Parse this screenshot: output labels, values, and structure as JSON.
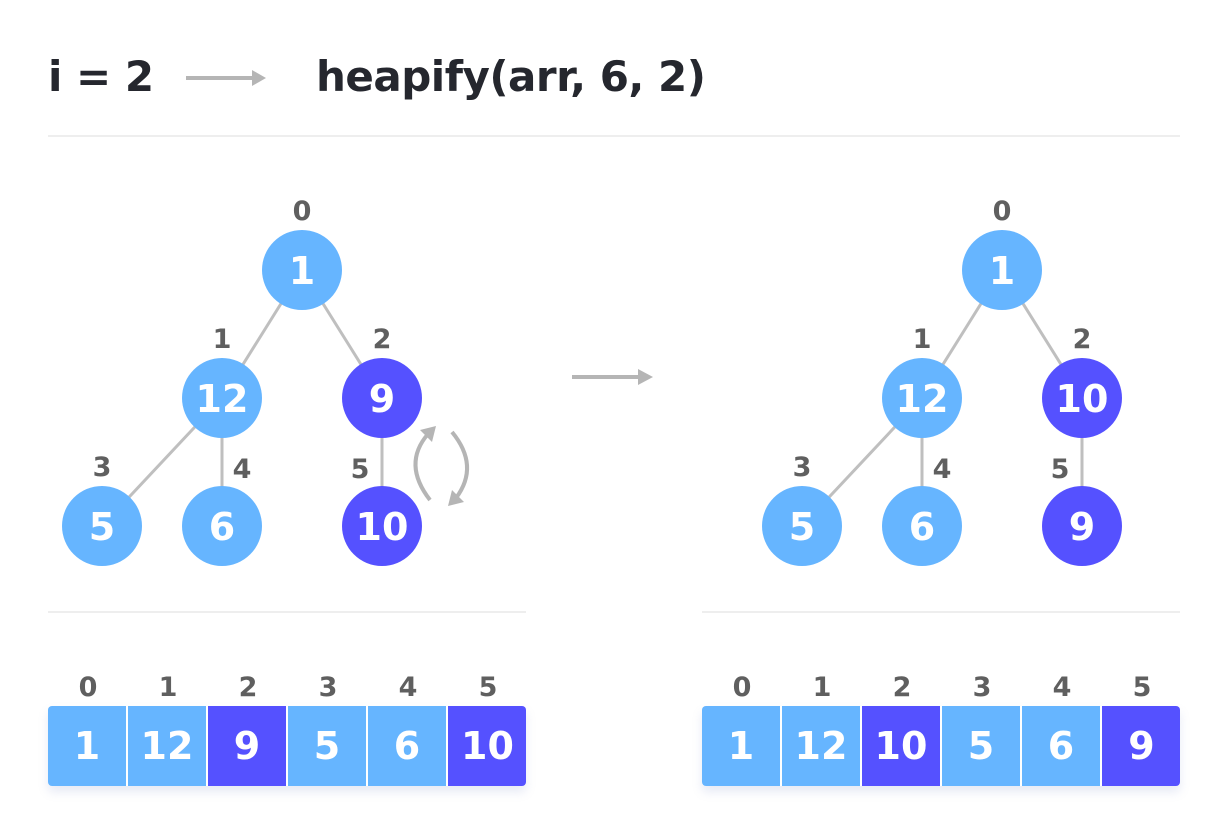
{
  "header": {
    "loop_label": "i = 2",
    "call_label": "heapify(arr, 6, 2)"
  },
  "colors": {
    "light": "#66b5ff",
    "dark": "#5551ff",
    "edge": "#bfbfbf",
    "index": "#5f5f5f",
    "divider": "#eeeeee",
    "arrow": "#b5b5b5"
  },
  "before": {
    "nodes": [
      {
        "index": "0",
        "value": "1",
        "highlight": false
      },
      {
        "index": "1",
        "value": "12",
        "highlight": false
      },
      {
        "index": "2",
        "value": "9",
        "highlight": true
      },
      {
        "index": "3",
        "value": "5",
        "highlight": false
      },
      {
        "index": "4",
        "value": "6",
        "highlight": false
      },
      {
        "index": "5",
        "value": "10",
        "highlight": true
      }
    ],
    "array": [
      "1",
      "12",
      "9",
      "5",
      "6",
      "10"
    ],
    "array_highlight": [
      false,
      false,
      true,
      false,
      false,
      true
    ]
  },
  "after": {
    "nodes": [
      {
        "index": "0",
        "value": "1",
        "highlight": false
      },
      {
        "index": "1",
        "value": "12",
        "highlight": false
      },
      {
        "index": "2",
        "value": "10",
        "highlight": true
      },
      {
        "index": "3",
        "value": "5",
        "highlight": false
      },
      {
        "index": "4",
        "value": "6",
        "highlight": false
      },
      {
        "index": "5",
        "value": "9",
        "highlight": true
      }
    ],
    "array": [
      "1",
      "12",
      "10",
      "5",
      "6",
      "9"
    ],
    "array_highlight": [
      false,
      false,
      true,
      false,
      false,
      true
    ]
  },
  "array_indices": [
    "0",
    "1",
    "2",
    "3",
    "4",
    "5"
  ]
}
